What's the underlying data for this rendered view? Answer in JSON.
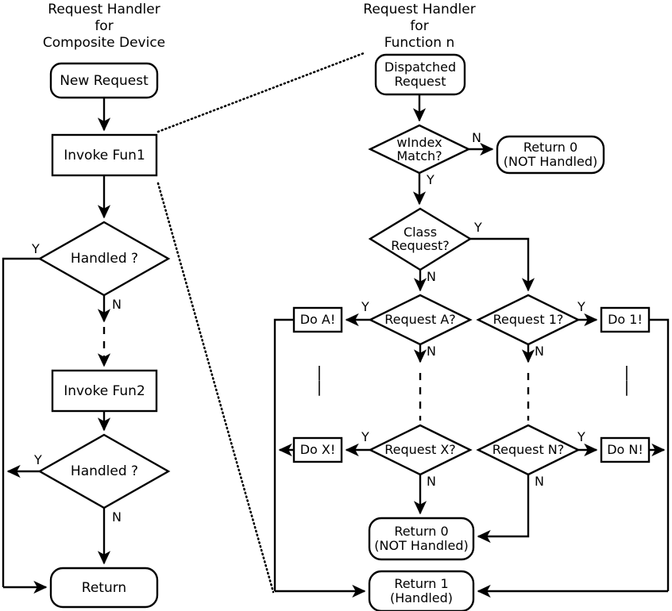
{
  "diagram": {
    "type": "flowchart",
    "title_left": "Request Handler\nfor\nComposite Device",
    "title_right": "Request Handler\nfor\nFunction n",
    "stroke_color": "#000000",
    "background_color": "#ffffff"
  },
  "left_flow": {
    "nodes": {
      "new_request": "New Request",
      "invoke_fun1": "Invoke Fun1",
      "handled_1": "Handled ?",
      "invoke_fun2": "Invoke Fun2",
      "handled_2": "Handled ?",
      "return": "Return"
    },
    "edge_labels": {
      "handled_1_yes": "Y",
      "handled_1_no": "N",
      "handled_2_yes": "Y",
      "handled_2_no": "N"
    }
  },
  "right_flow": {
    "nodes": {
      "dispatched_request": "Dispatched\nRequest",
      "windex_match": "wIndex\nMatch?",
      "return_0_top": "Return 0\n(NOT Handled)",
      "class_request": "Class\nRequest?",
      "request_a": "Request A?",
      "do_a": "Do A!",
      "request_1": "Request 1?",
      "do_1": "Do 1!",
      "request_x": "Request X?",
      "do_x": "Do X!",
      "request_n": "Request N?",
      "do_n": "Do N!",
      "return_0_bottom": "Return 0\n(NOT Handled)",
      "return_1": "Return 1\n(Handled)"
    },
    "edge_labels": {
      "windex_no": "N",
      "windex_yes": "Y",
      "class_yes": "Y",
      "class_no": "N",
      "request_a_yes": "Y",
      "request_a_no": "N",
      "request_1_yes": "Y",
      "request_1_no": "N",
      "request_x_yes": "Y",
      "request_x_no": "N",
      "request_n_yes": "Y",
      "request_n_no": "N"
    },
    "ellipsis": {
      "left_column": "|\n|",
      "mid_left": "|\n|",
      "mid_right": "|\n|",
      "right_column": "|\n|"
    }
  }
}
